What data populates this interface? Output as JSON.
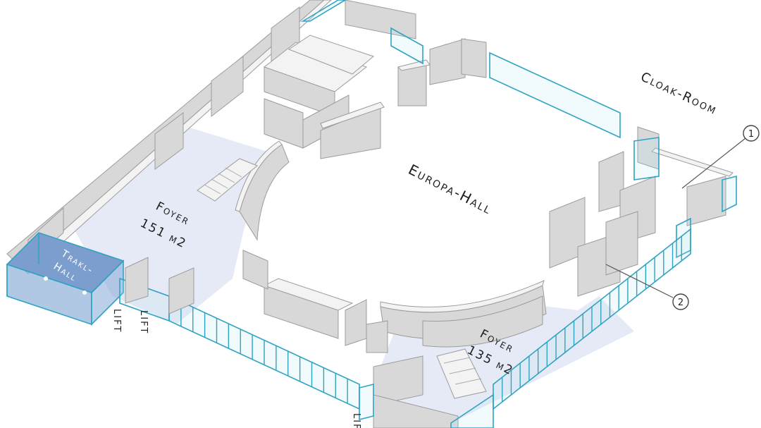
{
  "labels": {
    "europa_hall": "Europa-Hall",
    "cloak_room": "Cloak-Room",
    "foyer_left": "Foyer",
    "foyer_left_area": "151 m2",
    "foyer_right": "Foyer",
    "foyer_right_area": "135 m2",
    "trakl_hall_line1": "Trakl-",
    "trakl_hall_line2": "Hall",
    "lift_1": "LIFT",
    "lift_2": "LIFT",
    "lift_3": "LIFT"
  },
  "callouts": [
    {
      "number": "1"
    },
    {
      "number": "2"
    }
  ],
  "colors": {
    "glass": "#2fa3c2",
    "foyer_fill": "#e6eaf6",
    "trakl_hall_fill": "#6f8fc9",
    "wall_top": "#f3f3f3",
    "wall_side": "#d8d8d8"
  }
}
